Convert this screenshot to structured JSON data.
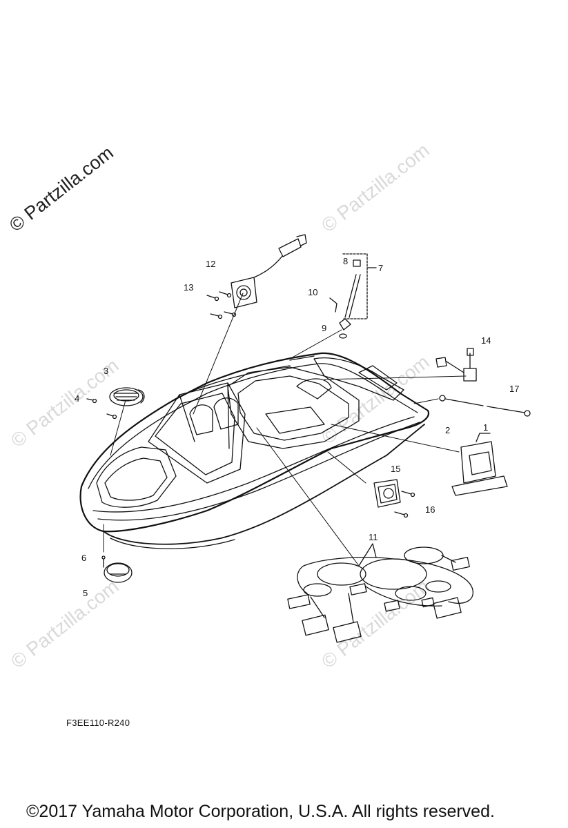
{
  "watermarks": {
    "main": "© Partzilla.com",
    "faint": "© Partzilla.com"
  },
  "callouts": [
    "1",
    "2",
    "3",
    "4",
    "5",
    "6",
    "7",
    "8",
    "9",
    "10",
    "11",
    "12",
    "13",
    "14",
    "15",
    "16",
    "17"
  ],
  "diagram_code": "F3EE110-R240",
  "copyright": "©2017  Yamaha Motor Corporation, U.S.A. All rights reserved."
}
